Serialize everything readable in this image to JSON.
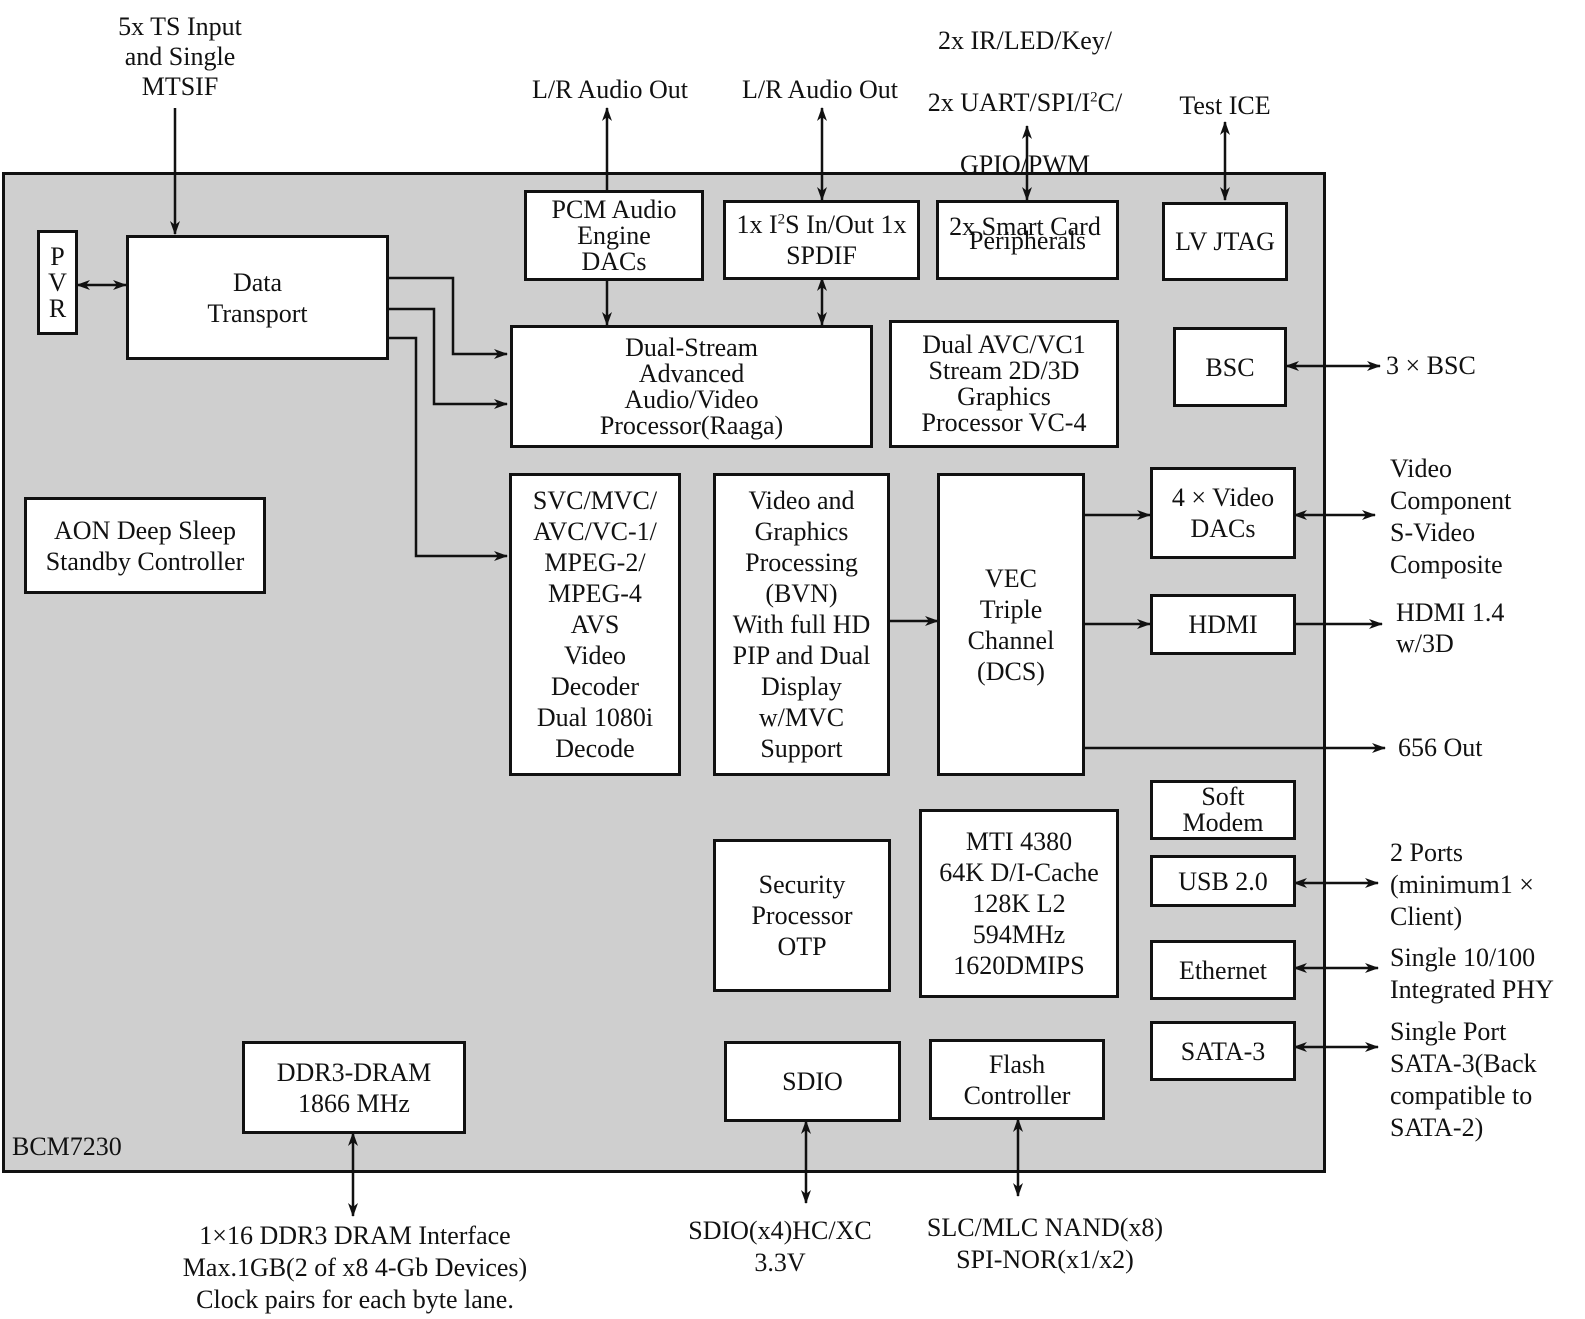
{
  "chip": {
    "name": "BCM7230"
  },
  "colors": {
    "chip_fill": "#cfcfcf",
    "block_fill": "#ffffff",
    "line": "#111111"
  },
  "blocks": {
    "pvr": "P\nV\nR",
    "data_transport": "Data\nTransport",
    "pcm_audio": "PCM Audio\nEngine\nDACs",
    "i2s": {
      "pre": "1x I",
      "sup": "2",
      "post": "S In/Out 1x\nSPDIF"
    },
    "peripherals": "Peripherals",
    "lv_jtag": "LV JTAG",
    "raaga": "Dual-Stream\nAdvanced\nAudio/Video\nProcessor(Raaga)",
    "vc4": "Dual AVC/VC1\nStream 2D/3D\nGraphics\nProcessor VC-4",
    "bsc": "BSC",
    "aon": "AON Deep Sleep\nStandby Controller",
    "video_decoder": "SVC/MVC/\nAVC/VC-1/\nMPEG-2/\nMPEG-4\nAVS\nVideo\nDecoder\nDual 1080i\nDecode",
    "bvn": "Video and\nGraphics\nProcessing\n(BVN)\nWith full HD\nPIP and Dual\nDisplay\nw/MVC\nSupport",
    "vec": "VEC\nTriple\nChannel\n(DCS)",
    "video_dacs": "4 × Video\nDACs",
    "hdmi": "HDMI",
    "soft_modem": "Soft\nModem",
    "usb": "USB 2.0",
    "ethernet": "Ethernet",
    "sata": "SATA-3",
    "security": "Security\nProcessor\nOTP",
    "mti": "MTI 4380\n64K D/I-Cache\n128K L2\n594MHz\n1620DMIPS",
    "ddr3": "DDR3-DRAM\n1866 MHz",
    "sdio": "SDIO",
    "flash": "Flash\nController"
  },
  "external": {
    "ts_input": "5x TS Input\nand Single\nMTSIF",
    "audio_out_1": "L/R Audio Out",
    "audio_out_2": "L/R Audio Out",
    "peripherals_io": {
      "line1": "2x IR/LED/Key/",
      "line2_pre": "2x UART/SPI/I",
      "line2_sup": "2",
      "line2_post": "C/",
      "line3": "GPIO/PWM",
      "line4": "2x Smart Card"
    },
    "test_ice": "Test ICE",
    "bsc_out": "3 × BSC",
    "video_out": "Video\nComponent\nS-Video\nComposite",
    "hdmi_out": "HDMI 1.4\nw/3D",
    "out_656": "656 Out",
    "usb_out": "2 Ports\n(minimum1 ×\nClient)",
    "ethernet_out": "Single 10/100\nIntegrated PHY",
    "sata_out": "Single Port\nSATA-3(Back\n compatible to\n SATA-2)",
    "ddr_out": "1×16 DDR3 DRAM Interface\nMax.1GB(2 of x8 4-Gb Devices)\nClock pairs for each byte lane.",
    "sdio_out": "SDIO(x4)HC/XC\n3.3V",
    "flash_out": "SLC/MLC NAND(x8)\nSPI-NOR(x1/x2)"
  }
}
